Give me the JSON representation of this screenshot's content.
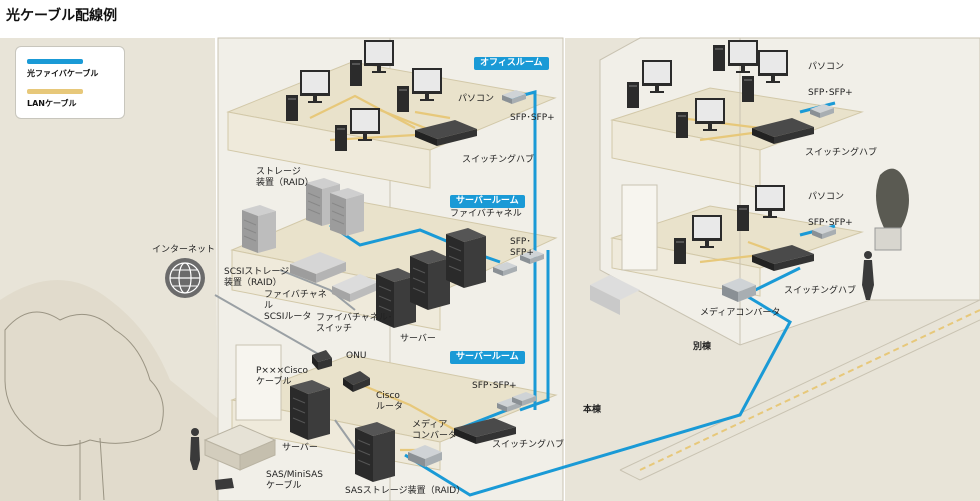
{
  "title": "光ケーブル配線例",
  "legend": {
    "fiber": {
      "label": "光ファイバケーブル",
      "color": "#1a9ad6"
    },
    "lan": {
      "label": "LANケーブル",
      "color": "#e7c87a"
    }
  },
  "tags": {
    "office_room": "オフィスルーム",
    "server_room_1": "サーバールーム",
    "server_room_2": "サーバールーム"
  },
  "labels": {
    "pasokon_main": "パソコン",
    "sfp_main_top": "SFP･SFP+",
    "switching_hub_main_top": "スイッチングハブ",
    "storage_raid": "ストレージ\n装置（RAID）",
    "fibre_channel_top": "ファイバチャネル",
    "sfp_server_room": "SFP･\nSFP+",
    "internet": "インターネット",
    "scsi_storage": "SCSIストレージ\n装置（RAID）",
    "fc_scsi_router": "ファイバチャネル\nSCSIルータ",
    "fc_switch": "ファイバチャネル･\nスイッチ",
    "server_mid": "サーバー",
    "onu": "ONU",
    "pxxx_cisco_cable": "P×××Cisco\nケーブル",
    "cisco_router": "Cisco\nルータ",
    "sfp_lower": "SFP･SFP+",
    "media_converter_lower": "メディア\nコンバータ",
    "switching_hub_lower": "スイッチングハブ",
    "server_lower": "サーバー",
    "sas_cable": "SAS/MiniSAS\nケーブル",
    "sas_storage": "SASストレージ装置（RAID）",
    "honto": "本棟",
    "betto": "別棟",
    "pasokon_annex_top": "パソコン",
    "sfp_annex_top": "SFP･SFP+",
    "switching_hub_annex_top": "スイッチングハブ",
    "pasokon_annex_low": "パソコン",
    "sfp_annex_low": "SFP･SFP+",
    "switching_hub_annex_low": "スイッチングハブ",
    "media_converter_annex": "メディアコンバータ"
  }
}
